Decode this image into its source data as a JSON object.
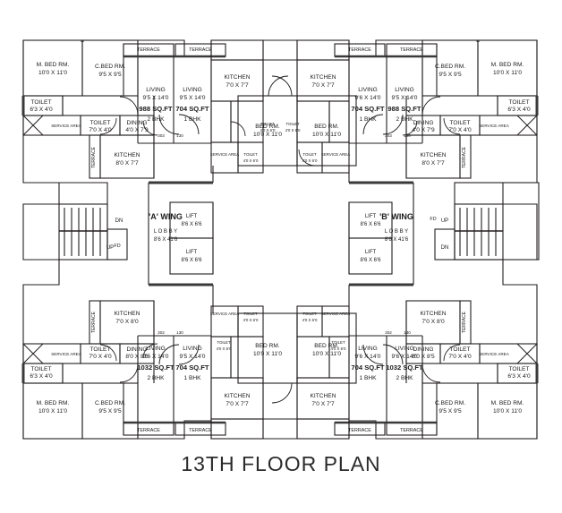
{
  "drawing": {
    "title": "13TH  FLOOR PLAN",
    "stroke": "#231f20",
    "fill_wall": "#3a3a3a",
    "paper": "#ffffff"
  },
  "wings": [
    {
      "name": "'A' WING",
      "lobby_label": "L O B B Y",
      "lobby_size": "8'6 X 41'6",
      "lifts": [
        {
          "label": "LIFT",
          "size": "8'6 X 6'6"
        },
        {
          "label": "LIFT",
          "size": "8'6 X 6'6"
        }
      ],
      "stair": {
        "up": "UP",
        "down": "DN",
        "fd": "FD"
      }
    },
    {
      "name": "'B' WING",
      "lobby_label": "L O B B Y",
      "lobby_size": "8'6 X 41'6",
      "lifts": [
        {
          "label": "LIFT",
          "size": "8'6 X 6'6"
        },
        {
          "label": "LIFT",
          "size": "8'6 X 6'6"
        }
      ],
      "stair": {
        "up": "UP",
        "down": "DN",
        "fd": "FD"
      }
    }
  ],
  "units": {
    "top_left_2bhk": {
      "area": "988 SQ.FT",
      "type": "2 BHK",
      "living": "LIVING",
      "living_size": "9'5 X 14'0"
    },
    "top_left_1bhk": {
      "area": "704 SQ.FT",
      "type": "1 BHK",
      "living": "LIVING",
      "living_size": "9'5 X 14'0"
    },
    "top_right_1bhk": {
      "area": "704 SQ.FT",
      "type": "1 BHK",
      "living": "LIVING",
      "living_size": "9'6 X 14'0"
    },
    "top_right_2bhk": {
      "area": "988 SQ.FT",
      "type": "2 BHK",
      "living": "LIVING",
      "living_size": "9'5 X 14'0"
    },
    "bot_left_2bhk": {
      "area": "1032 SQ.FT",
      "type": "2 BHK",
      "living": "LIVING",
      "living_size": "9'6 X 14'0"
    },
    "bot_left_1bhk": {
      "area": "704 SQ.FT",
      "type": "1 BHK",
      "living": "LIVING",
      "living_size": "9'5 X 14'0"
    },
    "bot_right_1bhk": {
      "area": "704 SQ.FT",
      "type": "1 BHK",
      "living": "LIVING",
      "living_size": "9'6 X 14'0"
    },
    "bot_right_2bhk": {
      "area": "1032 SQ.FT",
      "type": "2 BHK",
      "living": "LIVING",
      "living_size": "9'6 X 14'0"
    }
  },
  "rooms": {
    "m_bed": {
      "label": "M. BED RM.",
      "size": "10'0 X 11'0"
    },
    "c_bed": {
      "label": "C.BED RM.",
      "size": "9'5 X 9'5"
    },
    "bed": {
      "label": "BED RM.",
      "size": "10'0 X 11'0"
    },
    "kitchen_a": {
      "label": "KITCHEN",
      "size": "8'0 X 7'7"
    },
    "kitchen_b": {
      "label": "KITCHEN",
      "size": "7'0 X 7'7"
    },
    "kitchen_c": {
      "label": "KITCHEN",
      "size": "7'0 X 8'0"
    },
    "dining_a": {
      "label": "DINING",
      "size": "4'0 X 7'9"
    },
    "dining_b": {
      "label": "DINING",
      "size": "8'0 X 8'5"
    },
    "toilet_a": {
      "label": "TOILET",
      "size": "6'3 X 4'0"
    },
    "toilet_b": {
      "label": "TOILET",
      "size": "7'0 X 4'0"
    },
    "toilet_c": {
      "label": "TOILET",
      "size": "4'0 X 6'0"
    },
    "service_area": {
      "label": "SERVICE AREA"
    },
    "terrace": {
      "label": "TERRACE"
    }
  },
  "door_tags": {
    "top_left": [
      "303",
      "130"
    ],
    "top_right": [
      "303",
      "130"
    ],
    "bottom_left": [
      "302",
      "130"
    ],
    "bottom_right": [
      "302",
      "130"
    ]
  }
}
